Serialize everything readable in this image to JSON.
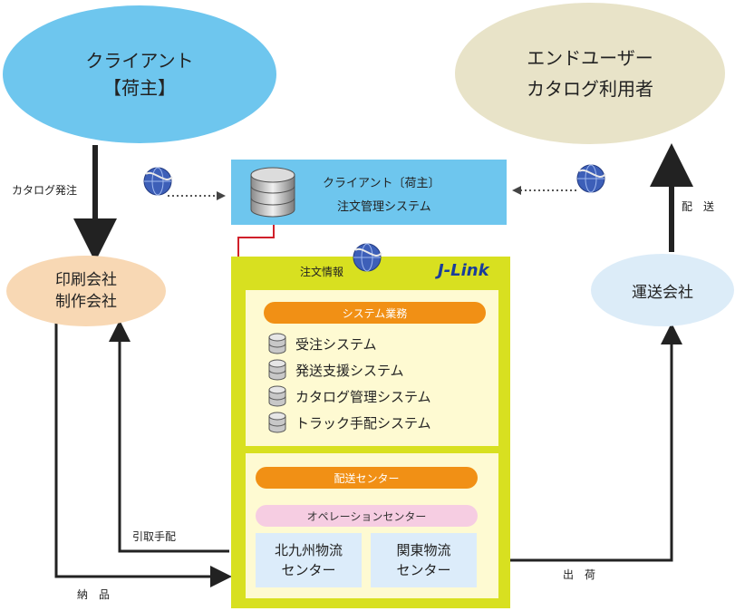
{
  "client": {
    "line1": "クライアント",
    "line2": "【荷主】"
  },
  "enduser": {
    "line1": "エンドユーザー",
    "line2": "カタログ利用者"
  },
  "print_company": {
    "line1": "印刷会社",
    "line2": "制作会社"
  },
  "transport_company": {
    "label": "運送会社"
  },
  "order_system": {
    "line1": "クライアント〔荷主〕",
    "line2": "注文管理システム"
  },
  "jlink": {
    "logo": "J-Link",
    "order_info": "注文情報",
    "system_section": {
      "header": "システム業務",
      "items": [
        "受注システム",
        "発送支援システム",
        "カタログ管理システム",
        "トラック手配システム"
      ]
    },
    "delivery_section": {
      "header": "配送センター",
      "operation": "オペレーションセンター",
      "centers": [
        {
          "line1": "北九州物流",
          "line2": "センター"
        },
        {
          "line1": "関東物流",
          "line2": "センター"
        }
      ]
    }
  },
  "edges": {
    "catalog_order": "カタログ発注",
    "pickup": "引取手配",
    "delivery_in": "納　品",
    "shipment": "出　荷",
    "delivery": "配　送"
  },
  "colors": {
    "client": "#6ec6ee",
    "enduser": "#e8e3c8",
    "print": "#f8d8b4",
    "transport": "#dcecf8",
    "order_system": "#6ec6ee",
    "jlink_bg": "#d8e020",
    "inner_bg": "#fefad2",
    "orange": "#f19015",
    "pink": "#f6cde2"
  }
}
